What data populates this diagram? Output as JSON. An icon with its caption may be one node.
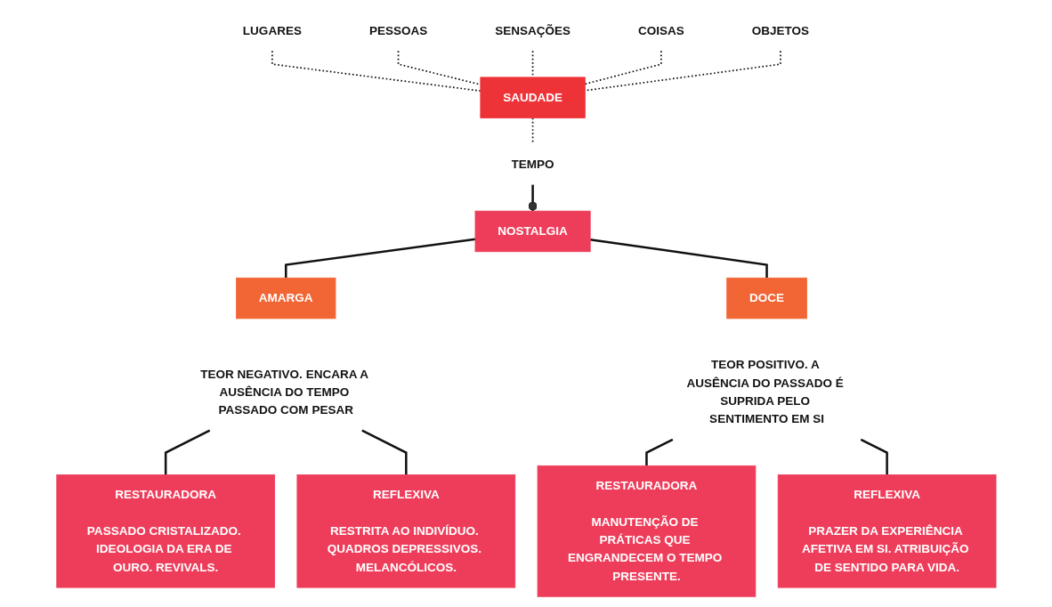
{
  "diagram": {
    "nodes": [
      {
        "text": [
          "LUGARES"
        ]
      },
      {
        "text": [
          "PESSOAS"
        ]
      },
      {
        "text": [
          "SENSAÇÕES"
        ]
      },
      {
        "text": [
          "COISAS"
        ]
      },
      {
        "text": [
          "OBJETOS"
        ]
      },
      {
        "text": [
          "SAUDADE"
        ]
      },
      {
        "text": [
          "TEMPO"
        ]
      },
      {
        "text": [
          "NOSTALGIA"
        ]
      },
      {
        "text": [
          "AMARGA"
        ]
      },
      {
        "text": [
          "DOCE"
        ]
      },
      {
        "text": [
          "TEOR NEGATIVO. ENCARA A AUSÊNCIA DO TEMPO PASSADO COM PESAR"
        ]
      },
      {
        "text": [
          "TEOR POSITIVO. A AUSÊNCIA DO PASSADO É SUPRIDA PELO SENTIMENTO EM SI"
        ]
      },
      {
        "text": [
          "RESTAURADORA",
          "PASSADO CRISTALIZADO. IDEOLOGIA DA ERA DE OURO. REVIVALS."
        ]
      },
      {
        "text": [
          "REFLEXIVA",
          "RESTRITA AO INDIVÍDUO. QUADROS DEPRESSIVOS. MELANCÓLICOS."
        ]
      },
      {
        "text": [
          "RESTAURADORA",
          "MANUTENÇÃO DE PRÁTICAS QUE ENGRANDECEM O TEMPO PRESENTE."
        ]
      },
      {
        "text": [
          "REFLEXIVA",
          "PRAZER DA EXPERIÊNCIA AFETIVA EM SI. ATRIBUIÇÃO DE SENTIDO PARA VIDA."
        ]
      }
    ],
    "edges": [
      {
        "from": 0,
        "to": 5,
        "arrow": "none",
        "style": "dashed"
      },
      {
        "from": 1,
        "to": 5,
        "arrow": "none",
        "style": "dashed"
      },
      {
        "from": 2,
        "to": 5,
        "arrow": "none",
        "style": "dashed"
      },
      {
        "from": 3,
        "to": 5,
        "arrow": "none",
        "style": "dashed"
      },
      {
        "from": 4,
        "to": 5,
        "arrow": "none",
        "style": "dashed"
      },
      {
        "from": 5,
        "to": 6,
        "arrow": "none",
        "style": "dashed"
      },
      {
        "from": 6,
        "to": 7,
        "arrow": "other"
      },
      {
        "from": 7,
        "to": 8,
        "arrow": "none"
      },
      {
        "from": 7,
        "to": 9,
        "arrow": "none"
      },
      {
        "from": 10,
        "to": 12,
        "arrow": "none"
      },
      {
        "from": 10,
        "to": 13,
        "arrow": "none"
      },
      {
        "from": 11,
        "to": 14,
        "arrow": "none"
      },
      {
        "from": 11,
        "to": 15,
        "arrow": "none"
      }
    ]
  }
}
